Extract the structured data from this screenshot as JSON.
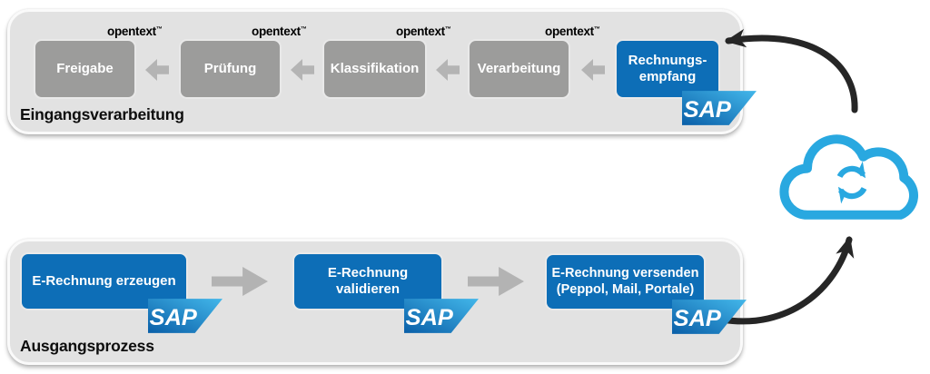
{
  "diagram": {
    "inbound": {
      "title": "Eingangsverarbeitung",
      "steps": [
        {
          "label": "Freigabe"
        },
        {
          "label": "Prüfung"
        },
        {
          "label": "Klassifikation"
        },
        {
          "label": "Verarbeitung"
        }
      ],
      "receive_step": {
        "line1": "Rechnungs-",
        "line2": "empfang"
      }
    },
    "outbound": {
      "title": "Ausgangsprozess",
      "steps": [
        {
          "line1": "E-Rechnung erzeugen",
          "line2": ""
        },
        {
          "line1": "E-Rechnung",
          "line2": "validieren"
        },
        {
          "line1": "E-Rechnung versenden",
          "line2": "(Peppol, Mail, Portale)"
        }
      ]
    },
    "vendors": {
      "opentext": {
        "name": "opentext",
        "tm": "™"
      },
      "sap": {
        "label": "SAP"
      }
    },
    "colors": {
      "box_blue": "#0d6eb7",
      "box_gray": "#9c9c9b",
      "lane_bg": "#e2e2e2",
      "flow_arrow_gray": "#b3b3b3",
      "cloud_blue": "#29a8e0",
      "connector_black": "#262626",
      "sap_gradient_dark": "#0a5fa8",
      "sap_gradient_light": "#43b7ea"
    }
  }
}
